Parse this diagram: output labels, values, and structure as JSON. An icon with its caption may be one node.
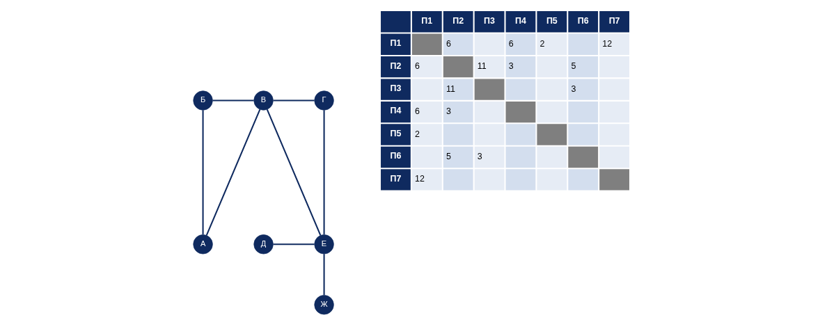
{
  "diagram": {
    "nodes": [
      {
        "text": [
          "Б"
        ]
      },
      {
        "text": [
          "В"
        ]
      },
      {
        "text": [
          "Г"
        ]
      },
      {
        "text": [
          "А"
        ]
      },
      {
        "text": [
          "Д"
        ]
      },
      {
        "text": [
          "Е"
        ]
      },
      {
        "text": [
          "Ж"
        ]
      }
    ],
    "edges": [
      {
        "from": 0,
        "to": 1,
        "arrow": "none"
      },
      {
        "from": 1,
        "to": 2,
        "arrow": "none"
      },
      {
        "from": 0,
        "to": 3,
        "arrow": "none"
      },
      {
        "from": 1,
        "to": 3,
        "arrow": "none"
      },
      {
        "from": 1,
        "to": 5,
        "arrow": "none"
      },
      {
        "from": 2,
        "to": 5,
        "arrow": "none"
      },
      {
        "from": 4,
        "to": 5,
        "arrow": "none"
      },
      {
        "from": 5,
        "to": 6,
        "arrow": "none"
      }
    ],
    "labels": [
      "П1",
      "П2",
      "П3",
      "П4",
      "П5",
      "П6",
      "П7",
      "П1",
      "6",
      "6",
      "2",
      "12",
      "П2",
      "6",
      "11",
      "3",
      "5",
      "П3",
      "11",
      "3",
      "П4",
      "6",
      "3",
      "П5",
      "2",
      "П6",
      "5",
      "3",
      "П7",
      "12"
    ]
  }
}
